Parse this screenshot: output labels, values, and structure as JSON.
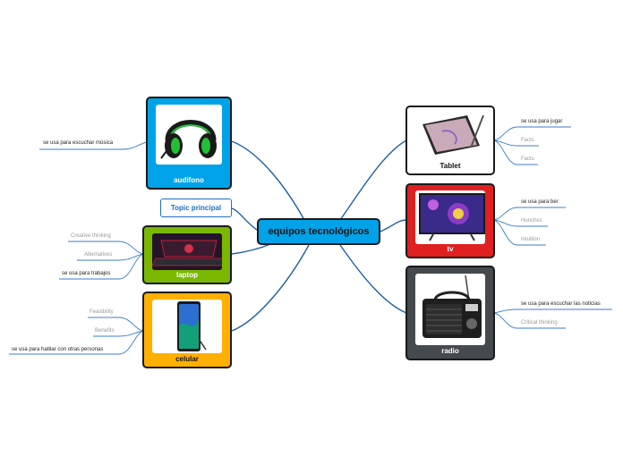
{
  "central": "equipos tecnológicos",
  "topic": "Topic principal",
  "nodes": {
    "audifono": {
      "label": "audifono",
      "color": "#00a3e8",
      "leaves": [
        "se usa para escuchar música"
      ]
    },
    "laptop": {
      "label": "laptop",
      "color": "#7ab800",
      "leaves": [
        "Creative thinking",
        "Alternatives",
        "se usa para trabajos"
      ]
    },
    "celular": {
      "label": "celular",
      "color": "#ffb000",
      "leaves": [
        "Feasibility",
        "Benefits",
        "se usa  para hablar con otras personas"
      ]
    },
    "tablet": {
      "label": "Tablet",
      "color": "#ffffff",
      "leaves": [
        "se usa para jugar",
        "Facts",
        "Facts"
      ]
    },
    "tv": {
      "label": "tv",
      "color": "#e02020",
      "leaves": [
        "se usa para ber",
        "Hunches",
        "Intuition"
      ]
    },
    "radio": {
      "label": "radio",
      "color": "#444a4d",
      "leaves": [
        "se usa para escuchar las noticias",
        "Critical thinking"
      ]
    }
  },
  "colors": {
    "link": "#1f5fa8"
  },
  "icons": {
    "audifono": "headphones-icon",
    "laptop": "laptop-icon",
    "celular": "smartphone-icon",
    "tablet": "tablet-icon",
    "tv": "television-icon",
    "radio": "radio-icon"
  }
}
